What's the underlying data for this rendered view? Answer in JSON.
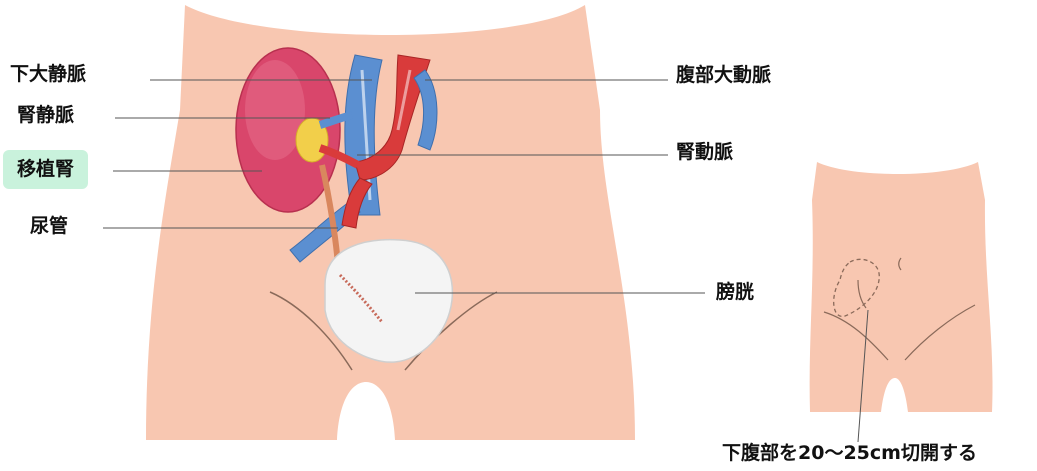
{
  "labels": {
    "ivc": "下大静脈",
    "renal_vein": "腎静脈",
    "transplant_kidney": "移植腎",
    "ureter": "尿管",
    "aorta": "腹部大動脈",
    "renal_artery": "腎動脈",
    "bladder": "膀胱",
    "incision": "下腹部を20〜25cm切開する"
  },
  "colors": {
    "skin": "#f8c7b1",
    "skin_outline": "#8a6a5a",
    "highlight": "#c9f2dc",
    "kidney": "#d9466b",
    "vein": "#5b8fd1",
    "artery": "#d93b3b",
    "fat": "#f2cf4a",
    "bladder": "#f4f4f4",
    "ureter": "#d9875e"
  }
}
